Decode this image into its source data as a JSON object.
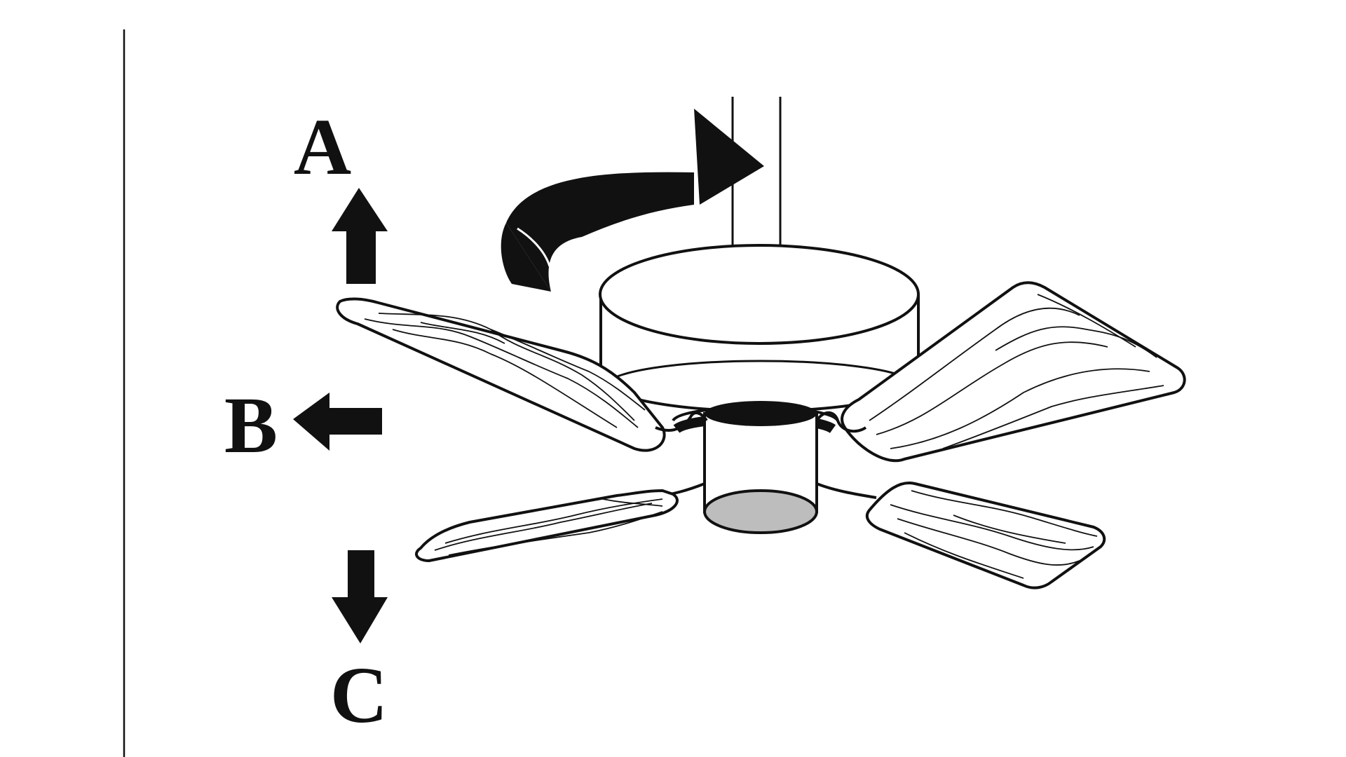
{
  "diagram": {
    "labels": {
      "a": "A",
      "b": "B",
      "c": "C"
    },
    "icons": [
      "rotation-arrow-icon",
      "arrow-up-icon",
      "arrow-left-icon",
      "arrow-down-icon"
    ],
    "colors": {
      "ink": "#111111",
      "paper": "#ffffff"
    }
  }
}
